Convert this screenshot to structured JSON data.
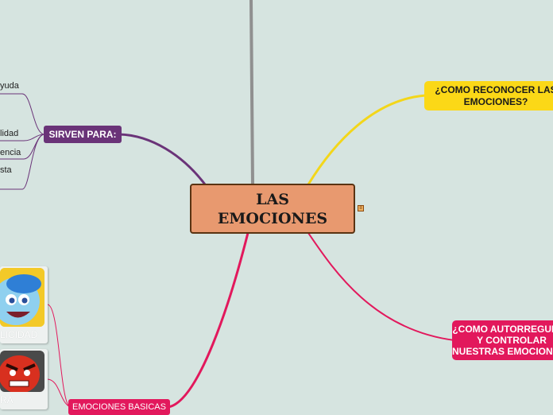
{
  "central": {
    "title": "LAS EMOCIONES"
  },
  "branches": {
    "recognize": {
      "label": "¿COMO RECONOCER LAS EMOCIONES?"
    },
    "control": {
      "label": "¿COMO AUTORREGULAR Y CONTROLAR NUESTRAS EMOCIONES?"
    },
    "sirven": {
      "label": "SIRVEN PARA:"
    },
    "basicas": {
      "label": "EMOCIONES BASICAS"
    }
  },
  "sirven_items": [
    "yuda",
    "lidad",
    "encia",
    "sta"
  ],
  "images": [
    {
      "label": "LICIDAD",
      "icon": "joy-face-icon"
    },
    {
      "label": "RA",
      "icon": "anger-face-icon"
    }
  ],
  "colors": {
    "background": "#d6e4e0",
    "central": "#e8996f",
    "yellow": "#fbd817",
    "pink": "#e2185c",
    "purple": "#6a3378",
    "trunk": "#909090"
  }
}
